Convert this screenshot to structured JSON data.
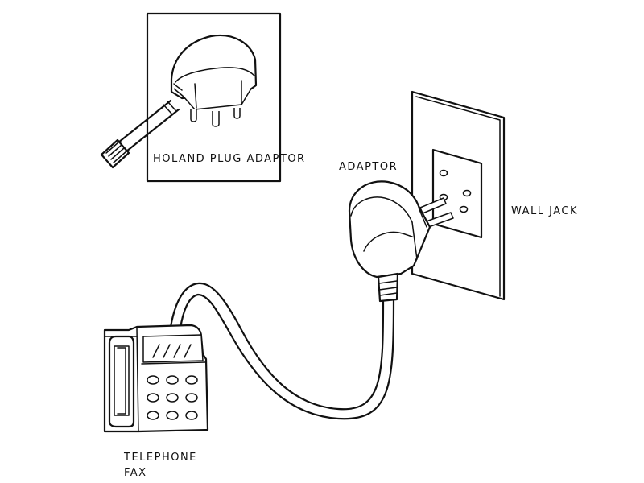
{
  "labels": {
    "inset": "HOLAND PLUG ADAPTOR",
    "adaptor": "ADAPTOR",
    "wall_jack": "WALL JACK",
    "telephone": "TELEPHONE",
    "fax": "FAX"
  },
  "colors": {
    "line": "#111111",
    "background": "#ffffff"
  }
}
